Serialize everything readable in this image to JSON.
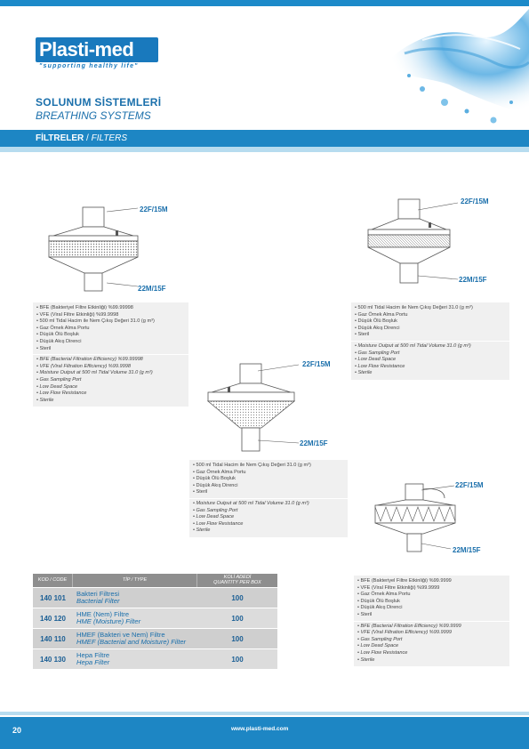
{
  "brand": {
    "name": "Plasti-med",
    "tagline": "\"supporting healthy life\"",
    "colors": {
      "primary": "#1d86c4",
      "light": "#b7dcef",
      "text": "#1a6fab"
    }
  },
  "header": {
    "title_tr": "SOLUNUM SİSTEMLERİ",
    "title_en": "BREATHING SYSTEMS"
  },
  "section": {
    "label_tr": "FİLTRELER",
    "separator": " / ",
    "label_en": "FILTERS"
  },
  "products": [
    {
      "top_label": "22F/15M",
      "bottom_label": "22M/15F",
      "features_tr": [
        "BFE (Bakteriyel Filtre Etkinliği) %99.99998",
        "VFE (Viral Filtre Etkinliği) %99.9998",
        "500 ml Tidal Hacim ile Nem Çıkış Değeri 31.0 (g m³)",
        "Gaz Örnek Alma Portu",
        "Düşük Ölü Boşluk",
        "Düşük Akış Direnci",
        "Steril"
      ],
      "features_en": [
        "BFE (Bacterial Filtration Efficiency) %99.99998",
        "VFE (Viral Filtration Efficiency) %99.9998",
        "Moisture Output at 500 ml Tidal Volume 31.0 (g m³)",
        "Gas Sampling Port",
        "Low Dead Space",
        "Low Flow Resistance",
        "Sterile"
      ]
    },
    {
      "top_label": "22F/15M",
      "bottom_label": "22M/15F",
      "features_tr": [
        "500 ml Tidal Hacim ile Nem Çıkış Değeri 31.0 (g m³)",
        "Gaz Örnek Alma Portu",
        "Düşük Ölü Boşluk",
        "Düşük Akış Direnci",
        "Steril"
      ],
      "features_en": [
        "Moisture Output at 500 ml Tidal Volume 31.0 (g m³)",
        "Gas Sampling Port",
        "Low Dead Space",
        "Low Flow Resistance",
        "Sterile"
      ]
    },
    {
      "top_label": "22F/15M",
      "bottom_label": "22M/15F",
      "features_tr": [
        "500 ml Tidal Hacim ile Nem Çıkış Değeri 31.0 (g m³)",
        "Gaz Örnek Alma Portu",
        "Düşük Ölü Boşluk",
        "Düşük Akış Direnci",
        "Steril"
      ],
      "features_en": [
        "Moisture Output at 500 ml Tidal Volume 31.0 (g m³)",
        "Gas Sampling Port",
        "Low Dead Space",
        "Low Flow Resistance",
        "Sterile"
      ]
    },
    {
      "top_label": "22F/15M",
      "bottom_label": "22M/15F",
      "features_tr": [
        "BFE (Bakteriyel Filtre Etkinliği) %99.9999",
        "VFE (Viral Filtre Etkinliği) %99.9999",
        "Gaz Örnek Alma Portu",
        "Düşük Ölü Boşluk",
        "Düşük Akış Direnci",
        "Steril"
      ],
      "features_en": [
        "BFE (Bacterial Filtration Efficiency) %99.9999",
        "VFE (Viral Filtration Efficiency) %99.9999",
        "Gas Sampling Port",
        "Low Dead Space",
        "Low Flow Resistance",
        "Sterile"
      ]
    }
  ],
  "table": {
    "headers": {
      "code": "KOD / CODE",
      "type": "TİP / TYPE",
      "qty_tr": "KOLİ ADEDİ",
      "qty_en": "QUANTITY PER BOX"
    },
    "rows": [
      {
        "code": "140 101",
        "type_tr": "Bakteri Filtresi",
        "type_en": "Bacterial Filter",
        "qty": "100"
      },
      {
        "code": "140 120",
        "type_tr": "HME (Nem) Filtre",
        "type_en": "HME (Moisture) Filter",
        "qty": "100"
      },
      {
        "code": "140 110",
        "type_tr": "HMEF (Bakteri ve Nem) Filtre",
        "type_en": "HMEF (Bacterial and Moisture) Filter",
        "qty": "100"
      },
      {
        "code": "140 130",
        "type_tr": "Hepa Filtre",
        "type_en": "Hepa Filter",
        "qty": "100"
      }
    ]
  },
  "footer": {
    "page_number": "20",
    "website": "www.plasti-med.com"
  }
}
